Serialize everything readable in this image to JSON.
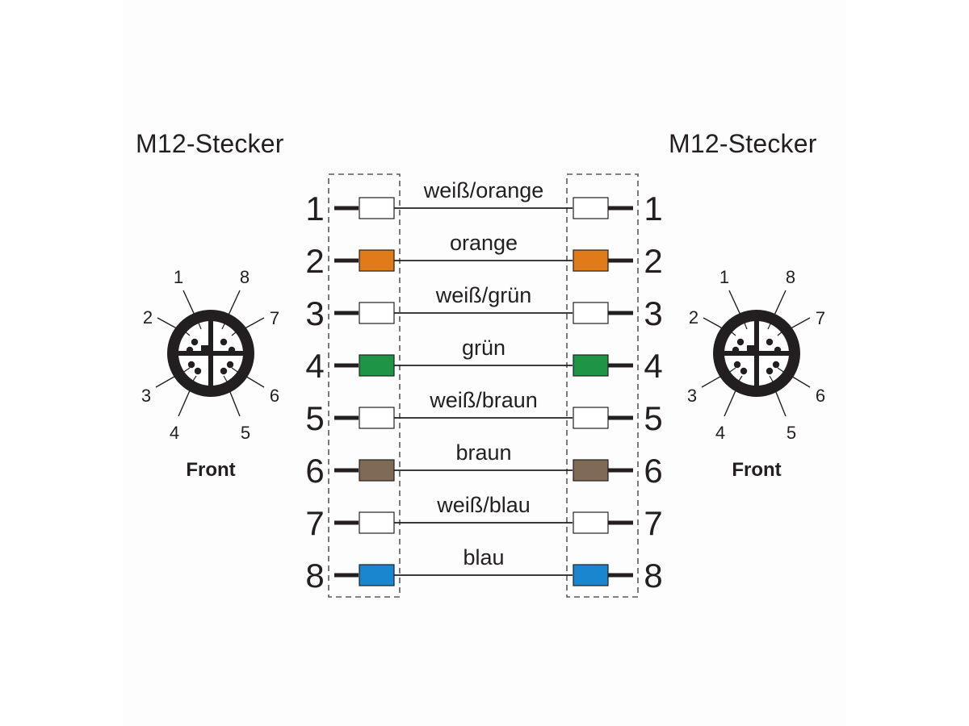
{
  "connectors": {
    "left": {
      "title": "M12-Stecker",
      "face_label": "Front"
    },
    "right": {
      "title": "M12-Stecker",
      "face_label": "Front"
    }
  },
  "wires": [
    {
      "pin": "1",
      "label": "weiß/orange",
      "color": "#ffffff"
    },
    {
      "pin": "2",
      "label": "orange",
      "color": "#e07b1a"
    },
    {
      "pin": "3",
      "label": "weiß/grün",
      "color": "#ffffff"
    },
    {
      "pin": "4",
      "label": "grün",
      "color": "#1e9446"
    },
    {
      "pin": "5",
      "label": "weiß/braun",
      "color": "#ffffff"
    },
    {
      "pin": "6",
      "label": "braun",
      "color": "#7f6a55"
    },
    {
      "pin": "7",
      "label": "weiß/blau",
      "color": "#ffffff"
    },
    {
      "pin": "8",
      "label": "blau",
      "color": "#1a86d0"
    }
  ],
  "connector_face": {
    "contact_labels": [
      "1",
      "2",
      "3",
      "4",
      "5",
      "6",
      "7",
      "8"
    ],
    "body_color": "#231f20"
  }
}
